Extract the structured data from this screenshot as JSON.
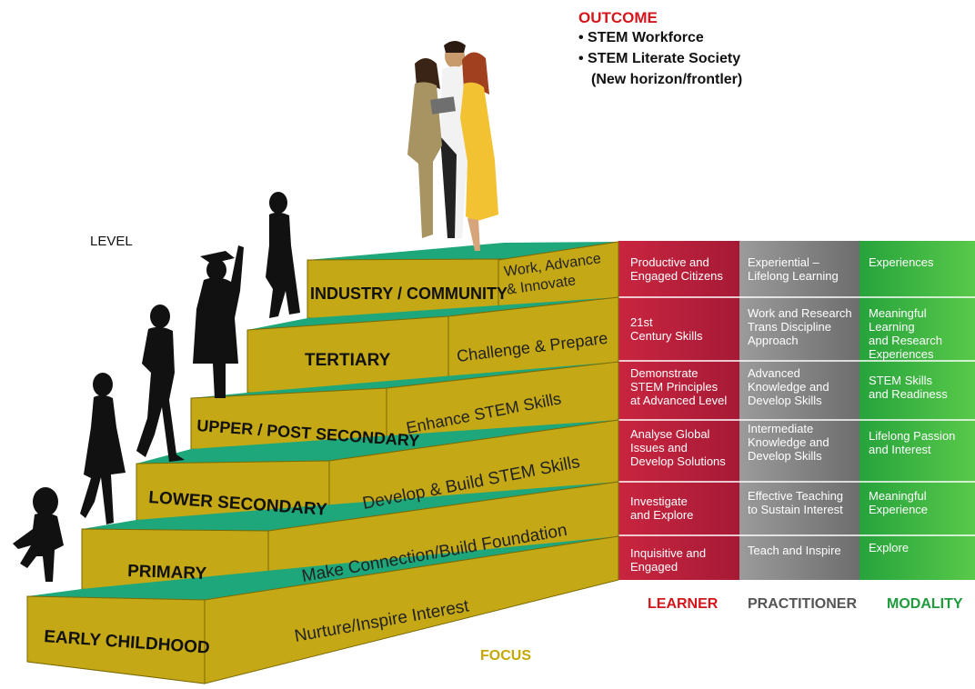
{
  "outcome": {
    "title": "OUTCOME",
    "items": [
      "• STEM Workforce",
      "• STEM Literate Society",
      "(New horizon/frontler)"
    ]
  },
  "level_label": "LEVEL",
  "focus_label": "FOCUS",
  "steps": [
    {
      "name": "EARLY CHILDHOOD",
      "focus": "Nurture/Inspire Interest"
    },
    {
      "name": "PRIMARY",
      "focus": "Make Connection/Build Foundation"
    },
    {
      "name": "LOWER SECONDARY",
      "focus": "Develop & Build STEM Skills"
    },
    {
      "name": "UPPER / POST SECONDARY",
      "focus": "Enhance STEM Skills"
    },
    {
      "name": "TERTIARY",
      "focus": "Challenge & Prepare"
    },
    {
      "name": "INDUSTRY / COMMUNITY",
      "focus": "Work, Advance\n& Innovate"
    }
  ],
  "columns": {
    "learner": {
      "label": "LEARNER",
      "color": "#b51e3e",
      "cells": [
        "Productive and\nEngaged Citizens",
        "21st\nCentury Skills",
        "Demonstrate\nSTEM Principles\nat Advanced Level",
        "Analyse Global\nIssues and\nDevelop Solutions",
        "Investigate\nand Explore",
        "Inquisitive and\nEngaged"
      ]
    },
    "practitioner": {
      "label": "PRACTITIONER",
      "color": "#8a8a8a",
      "cells": [
        "Experiential –\nLifelong Learning",
        "Work and Research\nTrans Discipline\nApproach",
        "Advanced\nKnowledge and\nDevelop Skills",
        "Intermediate\nKnowledge and\nDevelop Skills",
        "Effective Teaching\nto Sustain Interest",
        "Teach and Inspire"
      ]
    },
    "modality": {
      "label": "MODALITY",
      "color": "#3bb54a",
      "cells": [
        "Experiences",
        "Meaningful Learning\nand Research\nExperiences",
        "STEM Skills\nand Readiness",
        "Lifelong Passion\nand Interest",
        "Meaningful\nExperience",
        "Explore"
      ]
    }
  },
  "colors": {
    "stair_face": "#c4a815",
    "stair_tread": "#1ea77a",
    "learner_label": "#d4161c",
    "practitioner_label": "#555555",
    "modality_label": "#1f9a3c"
  }
}
